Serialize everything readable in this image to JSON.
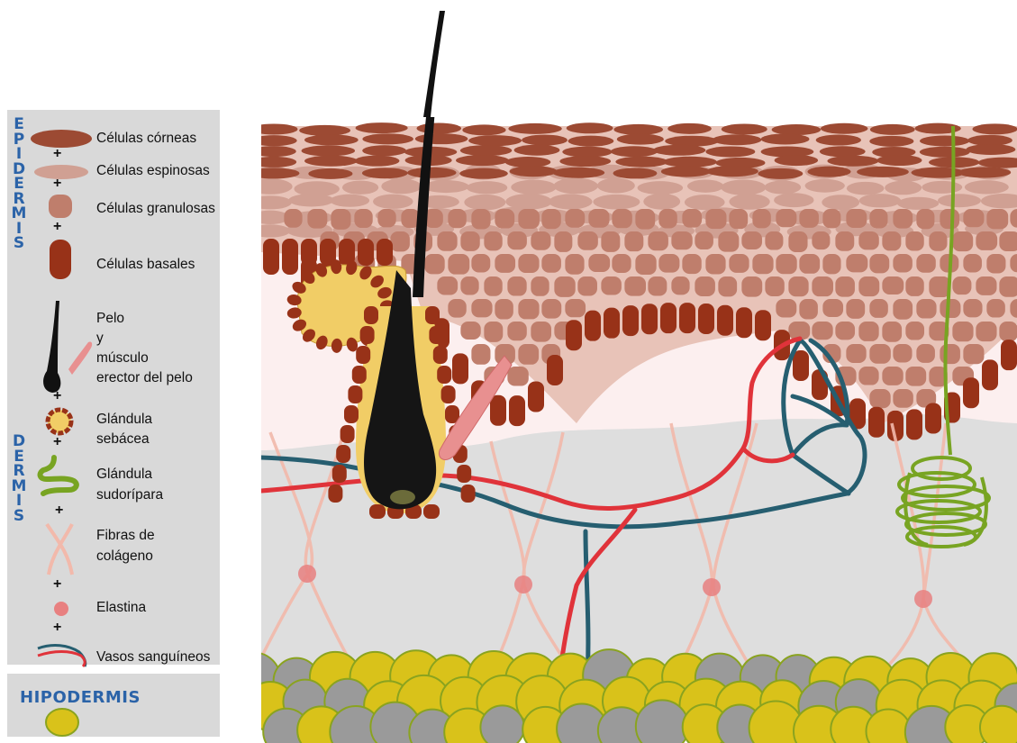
{
  "sections": {
    "epidermis_letters": [
      "E",
      "P",
      "I",
      "D",
      "E",
      "R",
      "M",
      "I",
      "S"
    ],
    "dermis_letters": [
      "D",
      "E",
      "R",
      "M",
      "I",
      "S"
    ],
    "hipodermis": "HIPODERMIS"
  },
  "legend": {
    "corneas": "Células córneas",
    "espinosas": "Células espinosas",
    "granulosas": "Células granulosas",
    "basales": "Células basales",
    "pelo_l1": "Pelo",
    "pelo_l2": "y",
    "pelo_l3": "músculo",
    "pelo_l4": "erector del pelo",
    "sebacea_l1": "Glándula",
    "sebacea_l2": "sebácea",
    "sudoripara_l1": "Glándula",
    "sudoripara_l2": "sudorípara",
    "colageno_l1": "Fibras de",
    "colageno_l2": "colágeno",
    "elastina": "Elastina",
    "vasos": "Vasos sanguíneos",
    "plus": "+"
  },
  "colors": {
    "corneas": "#9c4a33",
    "espinosas": "#d0a093",
    "granulosas": "#bf7e6c",
    "basales": "#983218",
    "dermis": "#dedede",
    "dermis_upper": "#fbeeee",
    "artery": "#e0333a",
    "vein": "#265e70",
    "collagen": "#f2b9ab",
    "elastin": "#e88080",
    "sebaceous": "#f1cd66",
    "sweat": "#78a422",
    "fat": "#d9c21a",
    "fat_grey": "#9a9a9a",
    "title_blue": "#2b63a8"
  }
}
